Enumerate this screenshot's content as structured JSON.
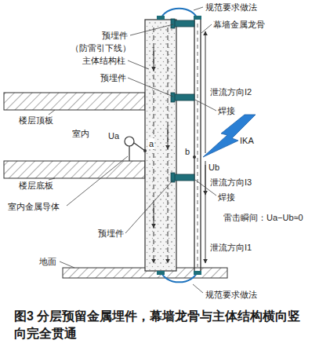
{
  "diagram": {
    "caption": "图3 分层预留金属埋件，幕墙龙骨与主体结构横向竖向完全贯通",
    "labels": [
      "预埋件",
      "规范要求做法",
      "（防雷引下线）",
      "主体结构柱",
      "幕墙金属龙骨",
      "预埋件",
      "楼层顶板",
      "泄流方向I2",
      "焊接",
      "室内",
      "Ua",
      "a",
      "IKA",
      "楼层底板",
      "b",
      "Ub",
      "泄流方向I3",
      "焊接",
      "室内金属导体",
      "雷击瞬间：Ua−Ub≈0",
      "预埋件",
      "泄流方向I1",
      "地面",
      "规范要求做法"
    ]
  }
}
